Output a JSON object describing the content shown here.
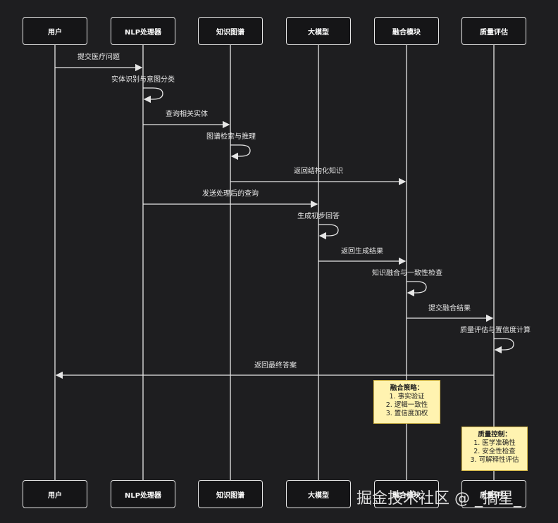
{
  "participants": [
    "用户",
    "NLP处理器",
    "知识图谱",
    "大模型",
    "融合模块",
    "质量评估"
  ],
  "messages": [
    {
      "from": 0,
      "to": 1,
      "label": "提交医疗问题"
    },
    {
      "from": 1,
      "to": 1,
      "label": "实体识别与意图分类"
    },
    {
      "from": 1,
      "to": 2,
      "label": "查询相关实体"
    },
    {
      "from": 2,
      "to": 2,
      "label": "图谱检索与推理"
    },
    {
      "from": 2,
      "to": 4,
      "label": "返回结构化知识"
    },
    {
      "from": 1,
      "to": 3,
      "label": "发送处理后的查询"
    },
    {
      "from": 3,
      "to": 3,
      "label": "生成初步回答"
    },
    {
      "from": 3,
      "to": 4,
      "label": "返回生成结果"
    },
    {
      "from": 4,
      "to": 4,
      "label": "知识融合与一致性检查"
    },
    {
      "from": 4,
      "to": 5,
      "label": "提交融合结果"
    },
    {
      "from": 5,
      "to": 5,
      "label": "质量评估与置信度计算"
    },
    {
      "from": 5,
      "to": 0,
      "label": "返回最终答案"
    }
  ],
  "notes": {
    "fusion": {
      "title": "融合策略：",
      "items": [
        "1. 事实验证",
        "2. 逻辑一致性",
        "3. 置信度加权"
      ]
    },
    "quality": {
      "title": "质量控制：",
      "items": [
        "1. 医学准确性",
        "2. 安全性检查",
        "3. 可解释性评估"
      ]
    }
  },
  "watermark": "掘金技术社区 @ _摘星_",
  "colors": {
    "background": "#1e1e20",
    "line": "#e6e6e6",
    "note_fill": "#fff3b0",
    "note_border": "#d4b84a"
  }
}
